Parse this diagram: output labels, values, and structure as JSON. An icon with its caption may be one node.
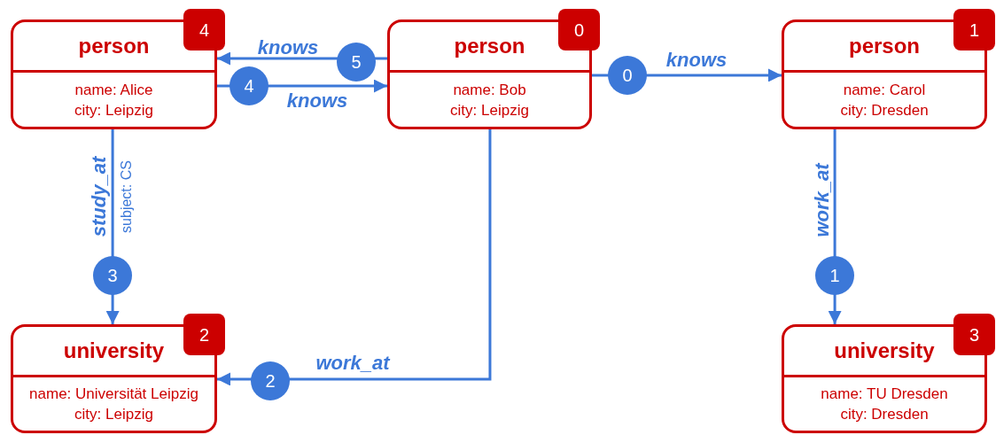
{
  "diagram": {
    "nodes": [
      {
        "text": [
          "person",
          "4",
          "name: Alice",
          "city: Leipzig"
        ]
      },
      {
        "text": [
          "person",
          "0",
          "name: Bob",
          "city: Leipzig"
        ]
      },
      {
        "text": [
          "person",
          "1",
          "name: Carol",
          "city: Dresden"
        ]
      },
      {
        "text": [
          "university",
          "2",
          "name: Universität Leipzig",
          "city: Leipzig"
        ]
      },
      {
        "text": [
          "university",
          "3",
          "name: TU Dresden",
          "city: Dresden"
        ]
      }
    ],
    "edges": [
      {
        "from": 1,
        "to": 0,
        "arrow": "to",
        "label": "knows"
      },
      {
        "from": 0,
        "to": 1,
        "arrow": "to",
        "label": "knows"
      },
      {
        "from": 1,
        "to": 2,
        "arrow": "to",
        "label": "knows"
      },
      {
        "from": 0,
        "to": 3,
        "arrow": "to",
        "label": "study_at"
      },
      {
        "from": 1,
        "to": 3,
        "arrow": "to",
        "label": "work_at"
      },
      {
        "from": 2,
        "to": 4,
        "arrow": "to",
        "label": "work_at"
      }
    ],
    "labels": [
      "5",
      "0",
      "4",
      "subject: CS",
      "3",
      "1",
      "2"
    ]
  }
}
